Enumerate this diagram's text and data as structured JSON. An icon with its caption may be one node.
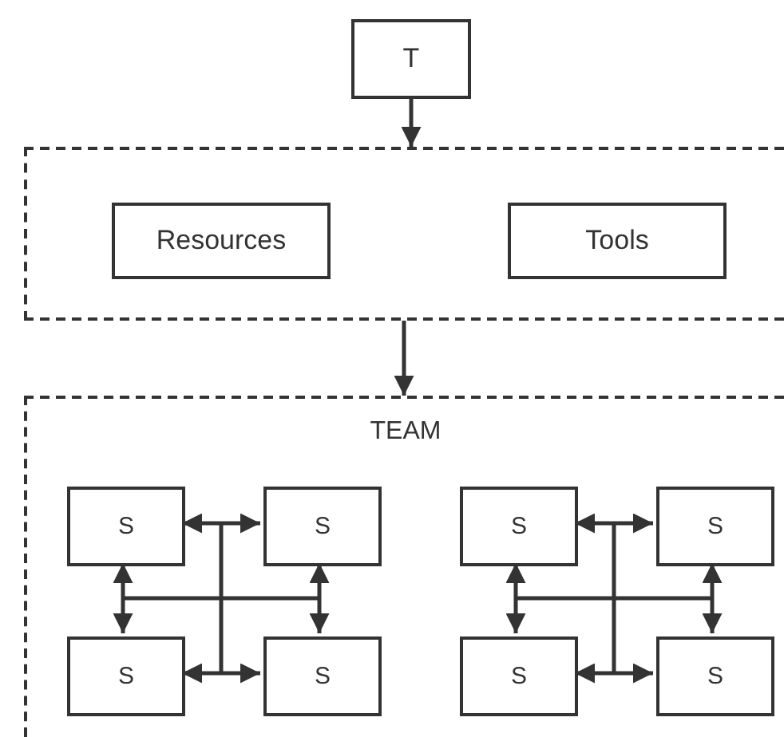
{
  "diagram": {
    "nodes": [
      {
        "text": [
          "T"
        ]
      },
      {
        "text": [],
        "shape": "box"
      },
      {
        "text": [
          "Resources"
        ],
        "in": 1
      },
      {
        "text": [
          "Tools"
        ],
        "in": 1
      },
      {
        "text": [
          "TEAM"
        ]
      },
      {
        "text": [
          "S"
        ],
        "in": 4
      },
      {
        "text": [
          "S"
        ],
        "in": 4
      },
      {
        "text": [
          "S"
        ],
        "in": 4
      },
      {
        "text": [
          "S"
        ],
        "in": 4
      },
      {
        "text": [
          "S"
        ],
        "in": 4
      },
      {
        "text": [
          "S"
        ],
        "in": 4
      },
      {
        "text": [
          "S"
        ],
        "in": 4
      },
      {
        "text": [
          "S"
        ],
        "in": 4
      }
    ],
    "edges": [
      {
        "from": 0,
        "to": 1,
        "arrow": "to"
      },
      {
        "from": 1,
        "to": 4,
        "arrow": "to"
      },
      {
        "from": 5,
        "to": 6,
        "arrow": "both"
      },
      {
        "from": 5,
        "to": 7,
        "arrow": "both"
      },
      {
        "from": 6,
        "to": 8,
        "arrow": "both"
      },
      {
        "from": 7,
        "to": 8,
        "arrow": "both"
      },
      {
        "from": 9,
        "to": 10,
        "arrow": "both"
      },
      {
        "from": 9,
        "to": 11,
        "arrow": "both"
      },
      {
        "from": 10,
        "to": 12,
        "arrow": "both"
      },
      {
        "from": 11,
        "to": 12,
        "arrow": "both"
      }
    ]
  }
}
